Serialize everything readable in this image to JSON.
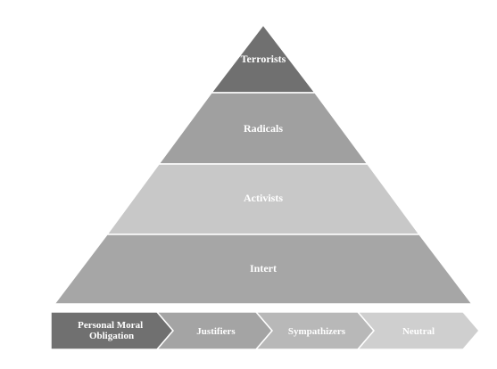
{
  "pyramid": {
    "tiers": [
      {
        "label": "Terrorists",
        "color": "#707070"
      },
      {
        "label": "Radicals",
        "color": "#a0a0a0"
      },
      {
        "label": "Activists",
        "color": "#c8c8c8"
      },
      {
        "label": "Intert",
        "color": "#a6a6a6"
      }
    ]
  },
  "arrow_bar": {
    "steps": [
      {
        "lines": [
          "Personal Moral",
          "Obligation"
        ],
        "color": "#707070"
      },
      {
        "lines": [
          "Justifiers"
        ],
        "color": "#a4a4a4"
      },
      {
        "lines": [
          "Sympathizers"
        ],
        "color": "#b8b8b8"
      },
      {
        "lines": [
          "Neutral"
        ],
        "color": "#cfcfcf"
      }
    ]
  }
}
